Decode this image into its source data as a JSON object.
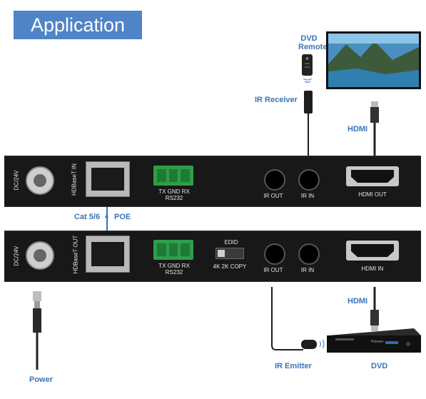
{
  "title": "Application",
  "labels": {
    "dvd_remote_line1": "DVD",
    "dvd_remote_line2": "Remote",
    "ir_receiver": "IR Receiver",
    "hdmi_top": "HDMI",
    "cat": "Cat 5/6",
    "poe_arrow": "▲",
    "poe": "POE",
    "hdmi_bottom": "HDMI",
    "ir_emitter": "IR Emitter",
    "dvd": "DVD",
    "power": "Power"
  },
  "receiver": {
    "dc": "DC/24V",
    "hdbaset": "HDBaseT IN",
    "rs232_pins": "TX GND RX",
    "rs232": "RS232",
    "ir_out": "IR OUT",
    "ir_in": "IR IN",
    "hdmi": "HDMI OUT"
  },
  "transmitter": {
    "dc": "DC/24V",
    "hdbaset": "HDBaseT OUT",
    "rs232_pins": "TX GND RX",
    "rs232": "RS232",
    "edid": "EDID",
    "edid_opts": "4K 2K COPY",
    "ir_out": "IR OUT",
    "ir_in": "IR IN",
    "hdmi": "HDMI IN"
  },
  "dvd_player_brand": "Pioneer",
  "colors": {
    "title_bg": "#4f84c8",
    "label_blue": "#3b74b9",
    "panel": "#181818",
    "terminal_green": "#2e9e4a"
  }
}
